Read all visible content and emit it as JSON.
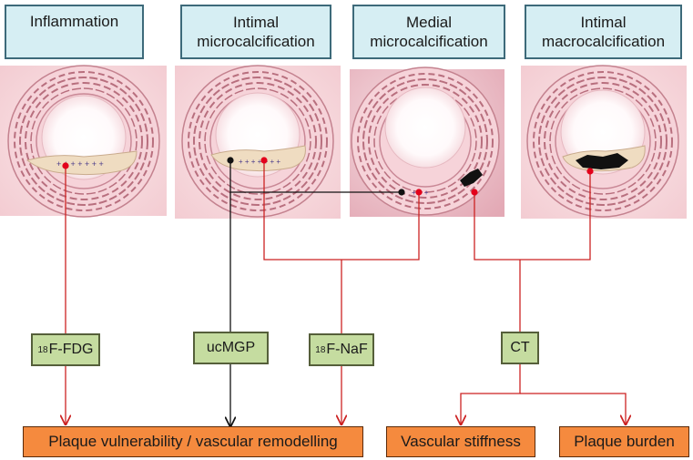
{
  "stages": {
    "inflammation": "Inflammation",
    "intimal_micro_line1": "Intimal",
    "intimal_micro_line2": "microcalcification",
    "medial_micro_line1": "Medial",
    "medial_micro_line2": "microcalcification",
    "intimal_macro_line1": "Intimal",
    "intimal_macro_line2": "macrocalcification"
  },
  "tracers": {
    "fdg_sup": "18",
    "fdg_label": "F-FDG",
    "ucmgp": "ucMGP",
    "naf_sup": "18",
    "naf_label": "F-NaF",
    "ct": "CT"
  },
  "outcomes": {
    "plaque_vulnerability": "Plaque vulnerability / vascular remodelling",
    "vascular_stiffness": "Vascular stiffness",
    "plaque_burden": "Plaque burden"
  },
  "colors": {
    "red_line": "#cc2222",
    "black_line": "#111111",
    "header_fill": "#d6eef3",
    "tracer_fill": "#c5dca0",
    "outcome_fill": "#f58a3e"
  }
}
